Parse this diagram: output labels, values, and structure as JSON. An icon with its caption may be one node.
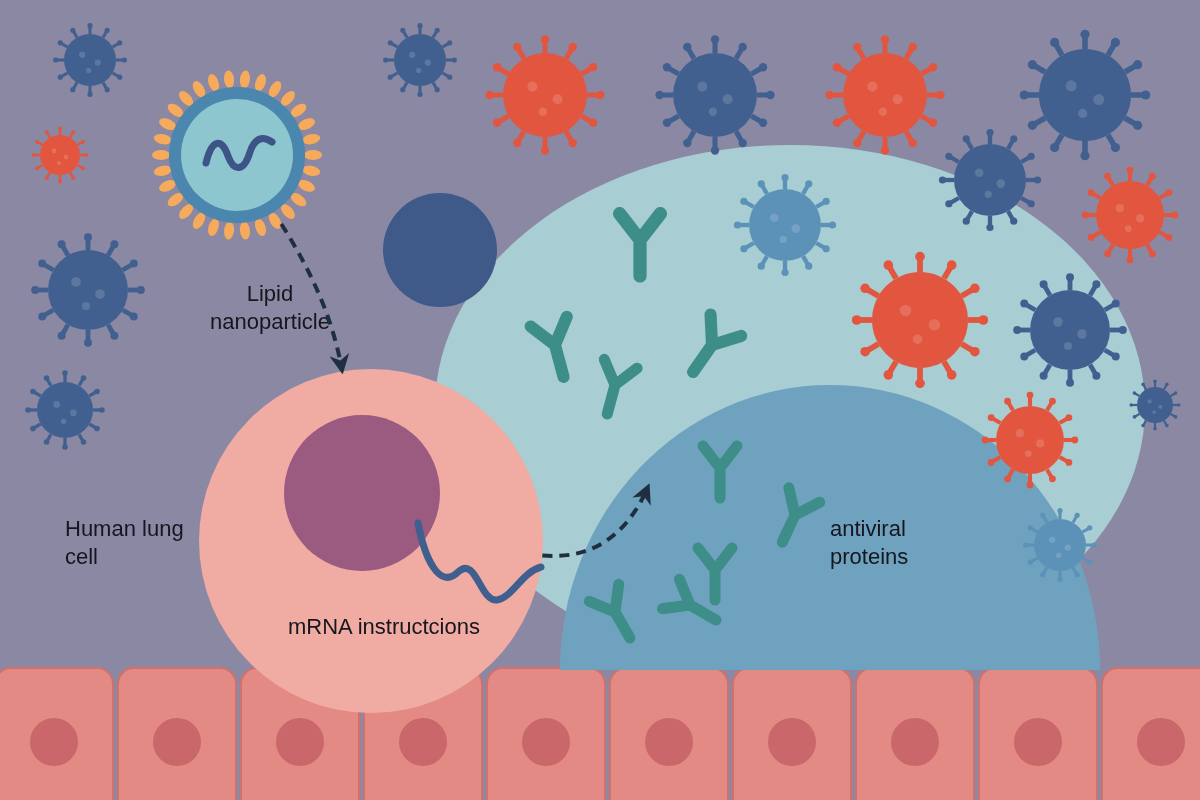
{
  "diagram": {
    "nodes": [
      {
        "text": [
          "Lipid nanoparticle"
        ]
      },
      {
        "text": [
          "Human lung cell",
          "mRNA instructcions"
        ]
      },
      {
        "text": [],
        "shape": "circle",
        "in": 1
      },
      {
        "text": [],
        "shape": "circle"
      },
      {
        "text": [
          "antiviral proteins"
        ],
        "in": 3
      }
    ],
    "edges": [
      {
        "from": 0,
        "to": 1,
        "arrow": "to",
        "style": "dashed"
      },
      {
        "from": 1,
        "to": 4,
        "arrow": "to",
        "style": "dashed"
      }
    ]
  }
}
